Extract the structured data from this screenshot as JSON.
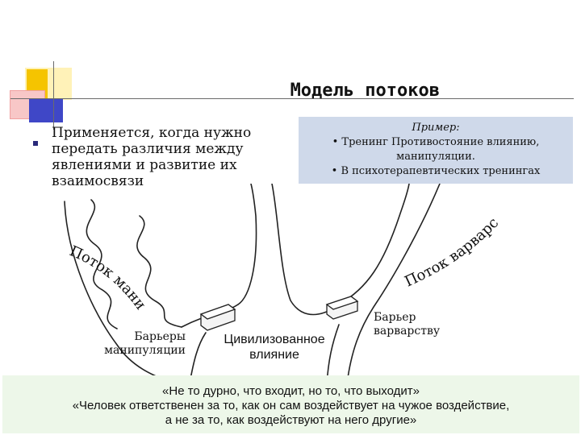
{
  "slide": {
    "title": "Модель потоков",
    "bullet": "Применяется, когда нужно передать различия между явлениями и развитие их взаимосвязи",
    "example": {
      "title": "Пример:",
      "items": [
        "• Тренинг Противостояние влиянию, манипуляции.",
        "• В психотерапевтических тренингах"
      ]
    },
    "diagram": {
      "flow_manipulation": "Поток манипуляций",
      "flow_barbarism": "Поток варварства",
      "barriers_manipulation": "Барьеры манипуляции",
      "civilized_influence": "Цивилизованное влияние",
      "barrier_barbarism": "Барьер варварству"
    },
    "quote": {
      "line1": "«Не то дурно, что входит, но то, что выходит»",
      "line2": "«Человек ответственен за то, как он сам воздействует на чужое воздействие,",
      "line3": "а не за то, как воздействуют на него другие»"
    },
    "colors": {
      "example_bg": "#cfd9ea",
      "quote_bg": "#edf7e9",
      "accent_blue": "#3f47c7",
      "accent_yellow": "#f5c400"
    }
  }
}
